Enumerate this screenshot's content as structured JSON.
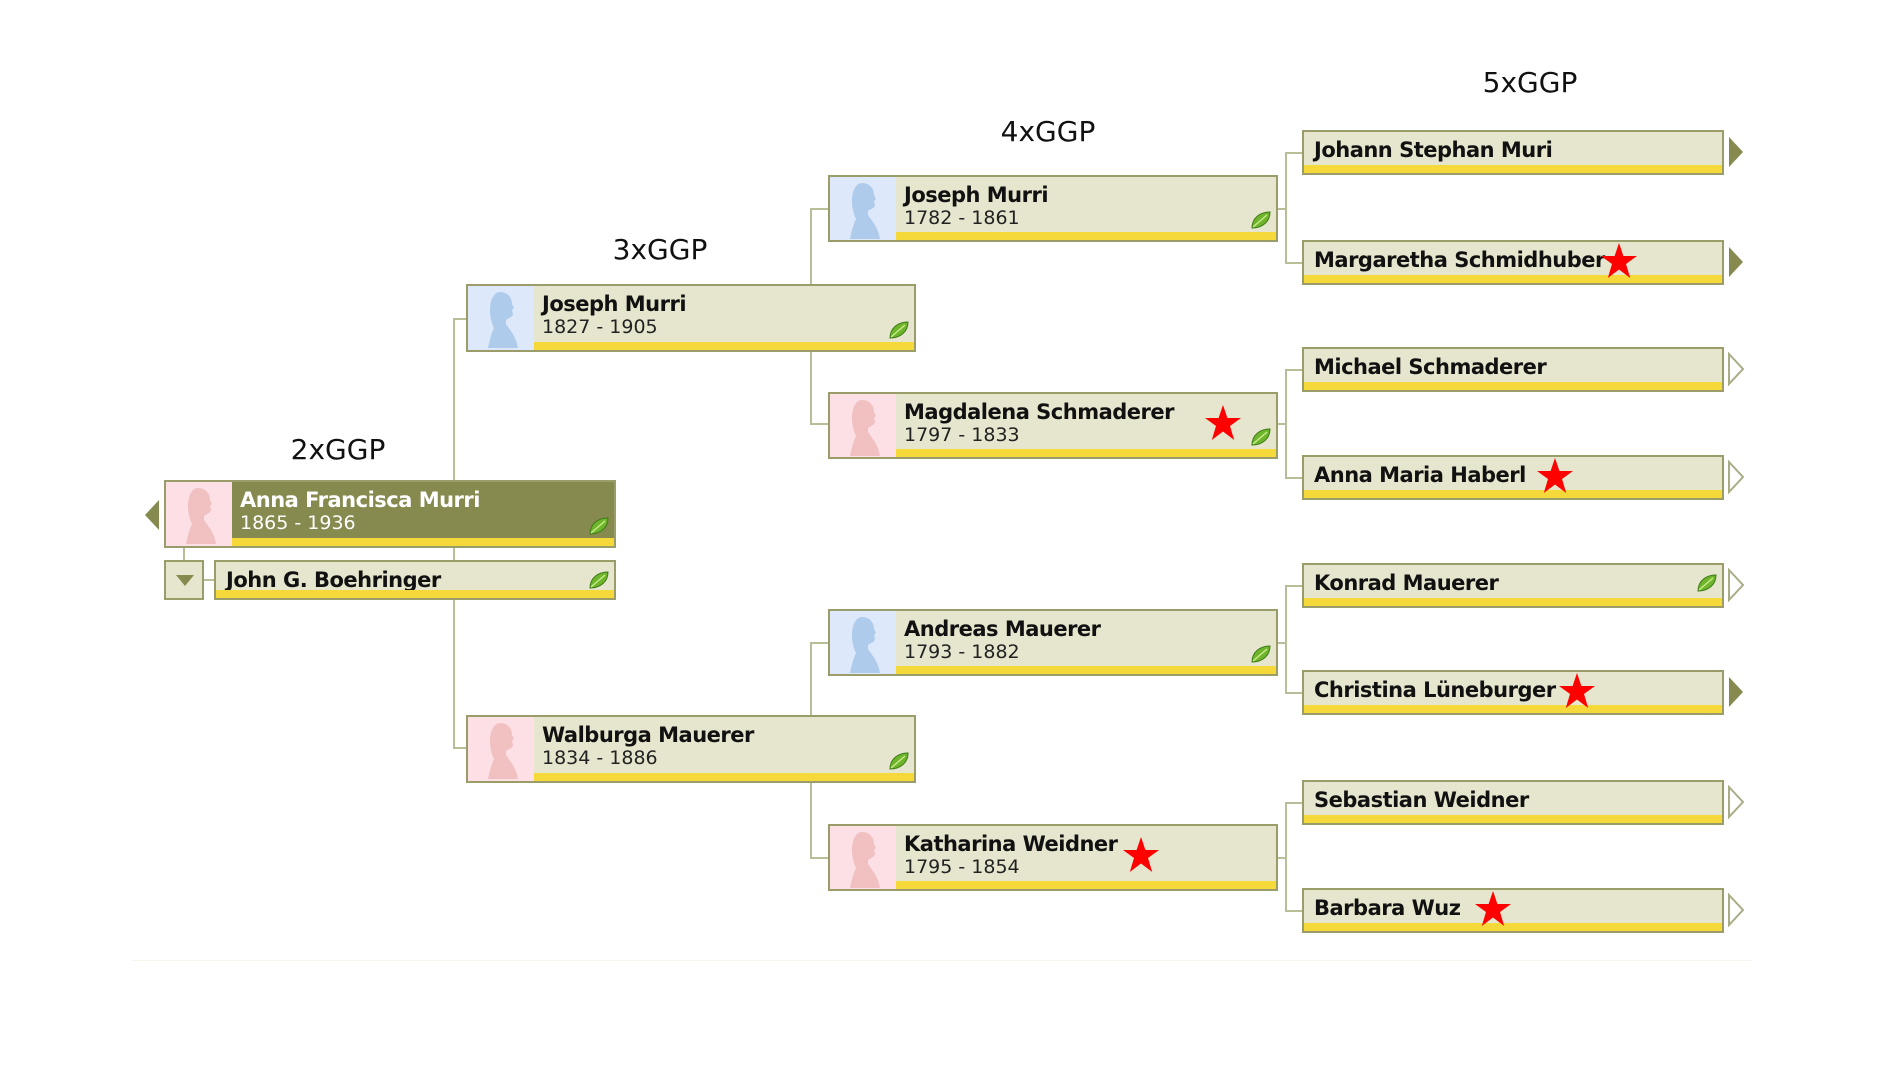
{
  "generation_labels": {
    "g2": "2xGGP",
    "g3": "3xGGP",
    "g4": "4xGGP",
    "g5": "5xGGP"
  },
  "colors": {
    "root_fill": "#868a4f",
    "box_fill": "#e6e5cd",
    "box_border": "#9a9d6a",
    "accent_bar": "#f5d83a",
    "star": "#ff0000",
    "male_photo_bg": "#dde9fa",
    "female_photo_bg": "#fde0e6",
    "connector": "#b9bd98"
  },
  "root": {
    "name": "Anna Francisca Murri",
    "dates": "1865 - 1936",
    "gender": "female",
    "has_leaf_hint": true,
    "back_arrow_icon": "triangle-left-icon",
    "spouse": {
      "name": "John G. Boehringer",
      "has_leaf_hint": true,
      "toggle_icon": "triangle-down-icon"
    }
  },
  "gen3": [
    {
      "name": "Joseph Murri",
      "dates": "1827 - 1905",
      "gender": "male",
      "has_leaf_hint": true,
      "starred": false
    },
    {
      "name": "Walburga Mauerer",
      "dates": "1834 - 1886",
      "gender": "female",
      "has_leaf_hint": true,
      "starred": false
    }
  ],
  "gen4": [
    {
      "name": "Joseph Murri",
      "dates": "1782 - 1861",
      "gender": "male",
      "has_leaf_hint": true,
      "starred": false
    },
    {
      "name": "Magdalena Schmaderer",
      "dates": "1797 - 1833",
      "gender": "female",
      "has_leaf_hint": true,
      "starred": true
    },
    {
      "name": "Andreas Mauerer",
      "dates": "1793 - 1882",
      "gender": "male",
      "has_leaf_hint": true,
      "starred": false
    },
    {
      "name": "Katharina Weidner",
      "dates": "1795 - 1854",
      "gender": "female",
      "has_leaf_hint": false,
      "starred": true
    }
  ],
  "gen5": [
    {
      "name": "Johann Stephan Muri",
      "starred": false,
      "has_leaf_hint": false,
      "expand_arrow": "filled"
    },
    {
      "name": "Margaretha Schmidhuber",
      "starred": true,
      "has_leaf_hint": false,
      "expand_arrow": "filled"
    },
    {
      "name": "Michael Schmaderer",
      "starred": false,
      "has_leaf_hint": false,
      "expand_arrow": "outline"
    },
    {
      "name": "Anna Maria Haberl",
      "starred": true,
      "has_leaf_hint": false,
      "expand_arrow": "outline"
    },
    {
      "name": "Konrad Mauerer",
      "starred": false,
      "has_leaf_hint": true,
      "expand_arrow": "outline"
    },
    {
      "name": "Christina Lüneburger",
      "starred": true,
      "has_leaf_hint": false,
      "expand_arrow": "filled"
    },
    {
      "name": "Sebastian Weidner",
      "starred": false,
      "has_leaf_hint": false,
      "expand_arrow": "outline"
    },
    {
      "name": "Barbara Wuz",
      "starred": true,
      "has_leaf_hint": false,
      "expand_arrow": "outline"
    }
  ]
}
